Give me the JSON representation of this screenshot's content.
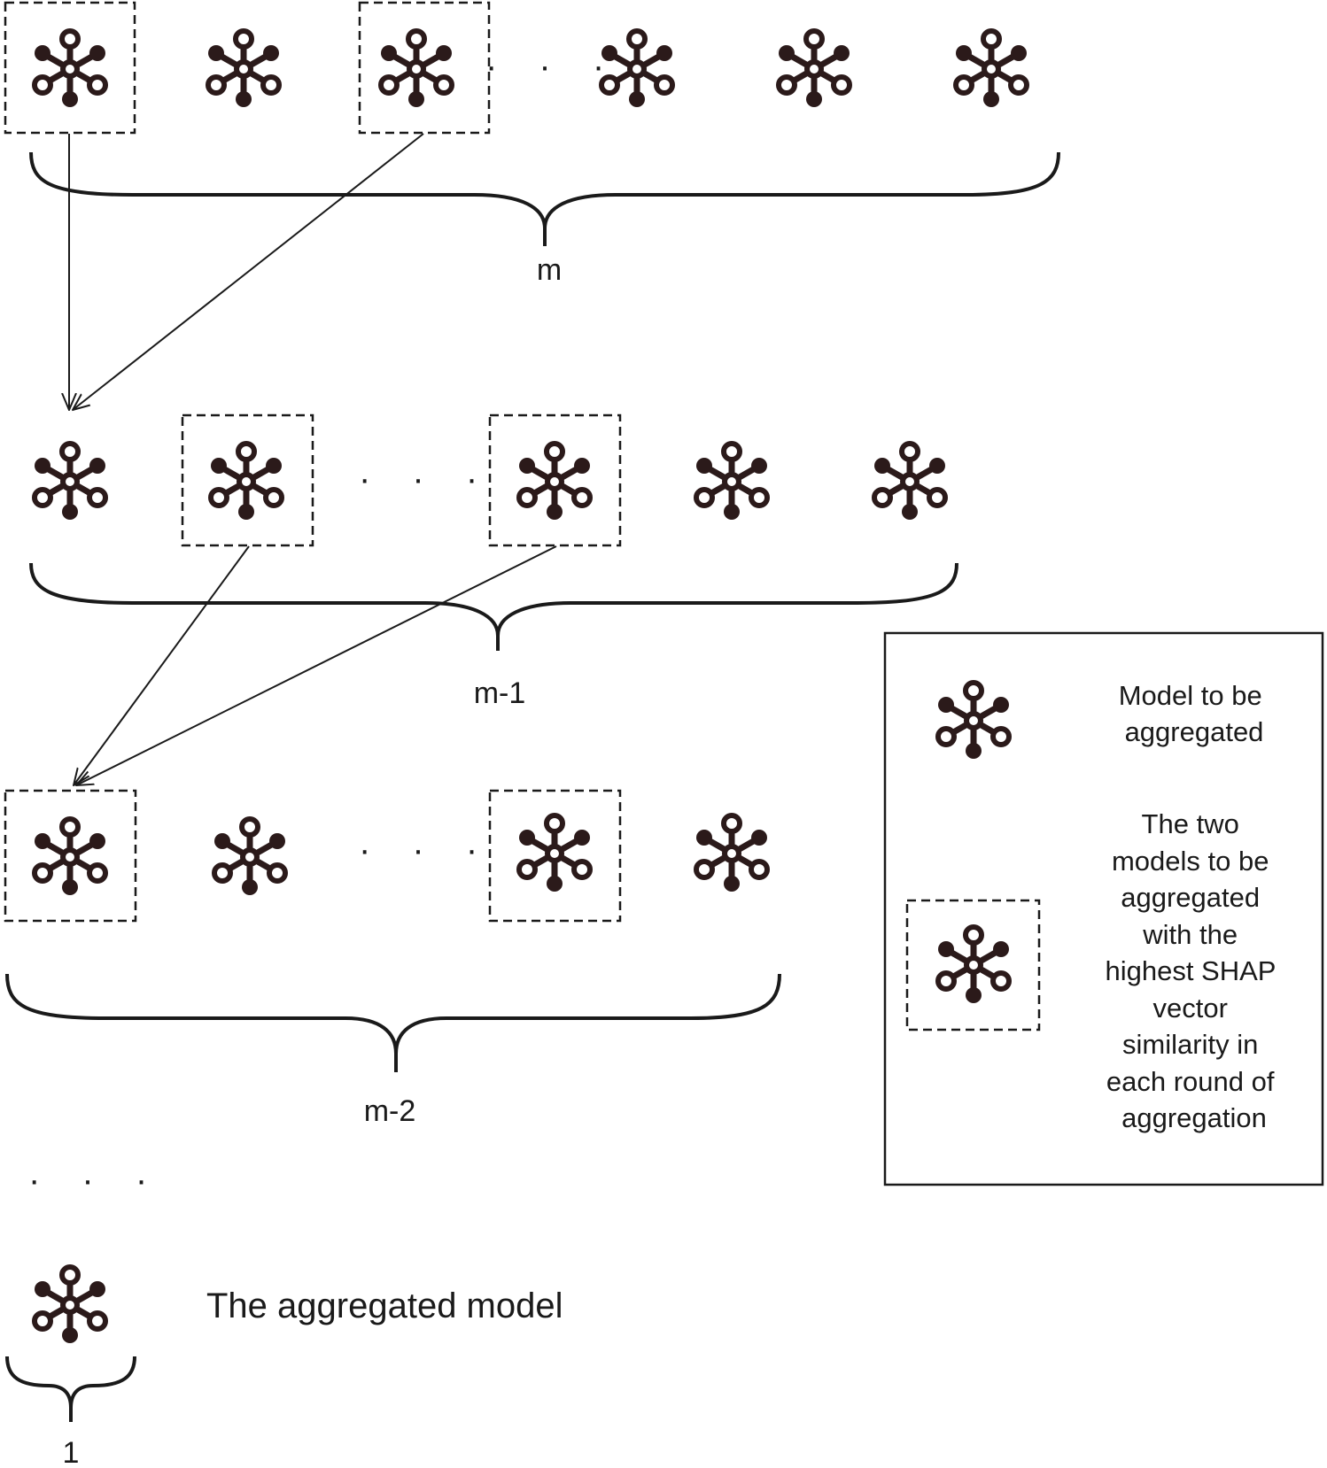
{
  "rows": [
    {
      "label": "m",
      "items": [
        "model",
        "model",
        "model",
        "ellipsis",
        "model",
        "model",
        "model"
      ],
      "selected": [
        0,
        2
      ]
    },
    {
      "label": "m-1",
      "items": [
        "model",
        "model",
        "ellipsis",
        "model",
        "model",
        "model"
      ],
      "selected": [
        1,
        3
      ]
    },
    {
      "label": "m-2",
      "items": [
        "model",
        "model",
        "ellipsis",
        "model",
        "model"
      ],
      "selected": [
        0,
        3
      ]
    }
  ],
  "continuation": "· · ·",
  "final": {
    "label": "1",
    "caption": "The aggregated model"
  },
  "legend": {
    "model_lines": [
      "Model to be",
      "aggregated"
    ],
    "selected_lines": [
      "The two",
      "models to be",
      "aggregated",
      "with the",
      "highest SHAP",
      "vector",
      "similarity in",
      "each round of",
      "aggregation"
    ]
  },
  "icon_name": "model-network-icon",
  "colors": {
    "ink": "#2b1a1a",
    "line": "#1a1a1a"
  }
}
